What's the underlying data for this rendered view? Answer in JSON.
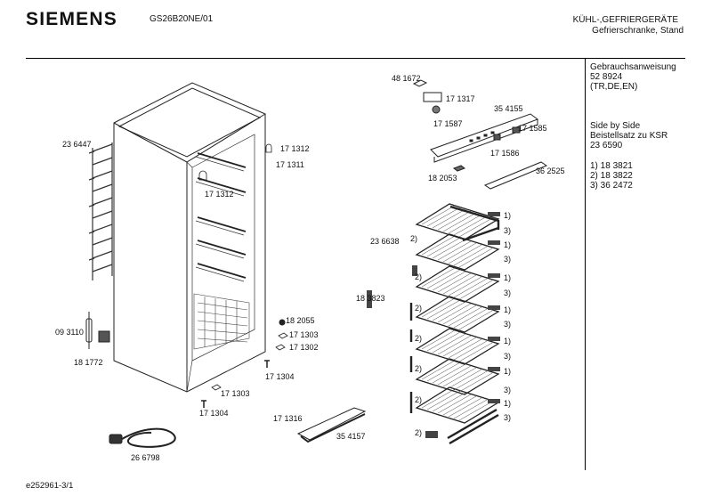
{
  "header": {
    "brand": "SIEMENS",
    "model": "GS26B20NE/01",
    "category": "KÜHL-,GEFRIERGERÄTE",
    "subcategory": "Gefrierschranke, Stand"
  },
  "sidebar": {
    "manual_title": "Gebrauchsanweisung",
    "manual_number": "52 8924",
    "manual_langs": "(TR,DE,EN)",
    "sbs_title": "Side by Side",
    "sbs_kit": "Beistellsatz zu KSR",
    "sbs_number": "23 6590",
    "notes": [
      "1) 18 3821",
      "2) 18 3822",
      "3) 36 2472"
    ]
  },
  "parts": {
    "p236447": "23 6447",
    "p171312a": "17 1312",
    "p171311": "17 1311",
    "p171312b": "17 1312",
    "p093110": "09 3110",
    "p181772": "18 1772",
    "p182055": "18 2055",
    "p171303a": "17 1303",
    "p171302": "17 1302",
    "p171304a": "17 1304",
    "p171303b": "17 1303",
    "p171304b": "17 1304",
    "p266798": "26 6798",
    "p171316": "17 1316",
    "p354157": "35 4157",
    "p481672": "48 1672",
    "p171317": "17 1317",
    "p171587": "17 1587",
    "p354155": "35 4155",
    "p171585": "17 1585",
    "p171586": "17 1586",
    "p182053": "18 2053",
    "p362525": "36 2525",
    "p236638": "23 6638",
    "p183823": "18 3823"
  },
  "callouts": {
    "c1": "1)",
    "c2": "2)",
    "c3": "3)",
    "c2_bracket": "2)",
    "c2_clip": "2)"
  },
  "footer": {
    "drawing_id": "e252961-3/1"
  }
}
